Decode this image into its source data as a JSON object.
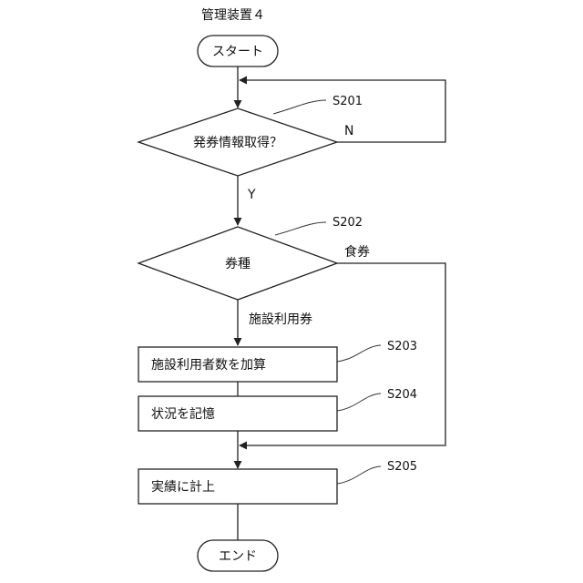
{
  "title": "管理装置４",
  "start_label": "スタート",
  "end_label": "エンド",
  "decisions": {
    "s201": {
      "text": "発券情報取得？",
      "step": "S201",
      "no": "N",
      "yes": "Y"
    },
    "s202": {
      "text": "券種",
      "step": "S202",
      "branch_food": "食券",
      "branch_facility": "施設利用券"
    }
  },
  "processes": {
    "s203": {
      "text": "施設利用者数を加算",
      "step": "S203"
    },
    "s204": {
      "text": "状況を記憶",
      "step": "S204"
    },
    "s205": {
      "text": "実績に計上",
      "step": "S205"
    }
  }
}
